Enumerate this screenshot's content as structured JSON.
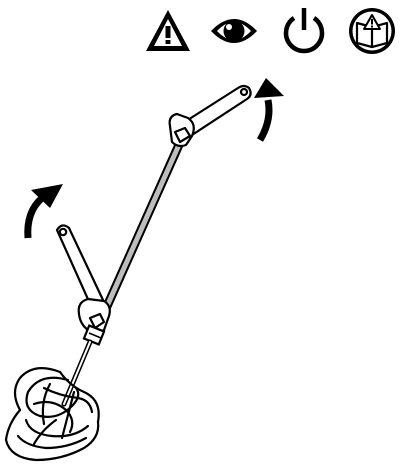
{
  "figure": {
    "safety_icons": [
      {
        "icon": "warning-triangle-icon"
      },
      {
        "icon": "eye-protection-icon"
      },
      {
        "icon": "power-off-icon"
      },
      {
        "icon": "read-manual-icon"
      }
    ],
    "illustration": {
      "parts": [
        "mixing-paddle",
        "spanner-lower",
        "spanner-upper",
        "rotation-arrow-left",
        "rotation-arrow-right"
      ]
    },
    "colors": {
      "line": "#000000",
      "fill": "#ffffff",
      "shaft": "#bdbdbd"
    }
  }
}
